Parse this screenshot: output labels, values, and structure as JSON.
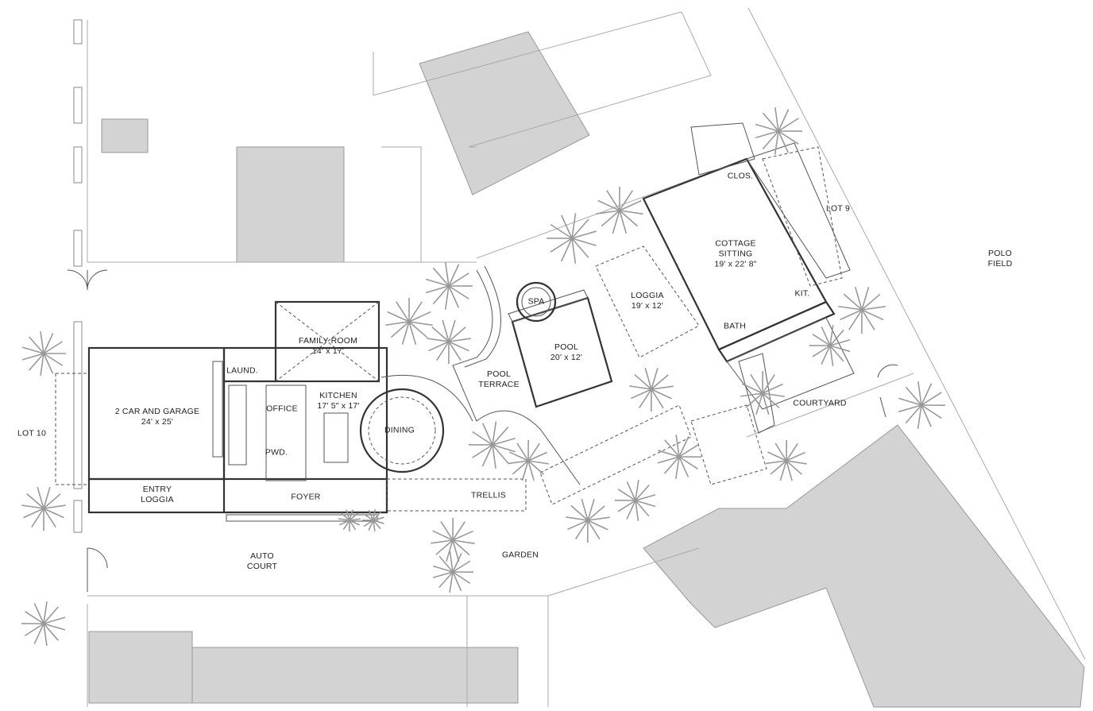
{
  "plan": {
    "lots": {
      "lot10": "LOT 10",
      "lot9": "LOT 9",
      "polo_field": [
        "POLO",
        "FIELD"
      ]
    },
    "rooms": {
      "garage": {
        "name": "2 CAR AND GARAGE",
        "size": "24' x 25'"
      },
      "entry_loggia": {
        "name": [
          "ENTRY",
          "LOGGIA"
        ]
      },
      "laundry": {
        "name": "LAUND."
      },
      "family_room": {
        "name": "FAMILY ROOM",
        "size": "14' x 17'"
      },
      "office": {
        "name": "OFFICE"
      },
      "kitchen": {
        "name": "KITCHEN",
        "size": "17' 5\" x 17'"
      },
      "dining": {
        "name": "DINING"
      },
      "powder": {
        "name": "PWD."
      },
      "foyer": {
        "name": "FOYER"
      },
      "cottage_sitting": {
        "name": [
          "COTTAGE",
          "SITTING"
        ],
        "size": "19' x 22' 8\""
      },
      "closet": {
        "name": "CLOS."
      },
      "cottage_kitchen": {
        "name": "KIT."
      },
      "bath": {
        "name": "BATH"
      },
      "loggia": {
        "name": "LOGGIA",
        "size": "19' x 12'"
      }
    },
    "outdoor": {
      "auto_court": [
        "AUTO",
        "COURT"
      ],
      "trellis": "TRELLIS",
      "garden": "GARDEN",
      "pool_terrace": [
        "POOL",
        "TERRACE"
      ],
      "spa": "SPA",
      "pool": {
        "name": "POOL",
        "size": "20' x 12'"
      },
      "courtyard": "COURTYARD"
    },
    "colors": {
      "building_fill": "#d3d3d3",
      "wall": "#333333",
      "palm": "#999999"
    }
  }
}
